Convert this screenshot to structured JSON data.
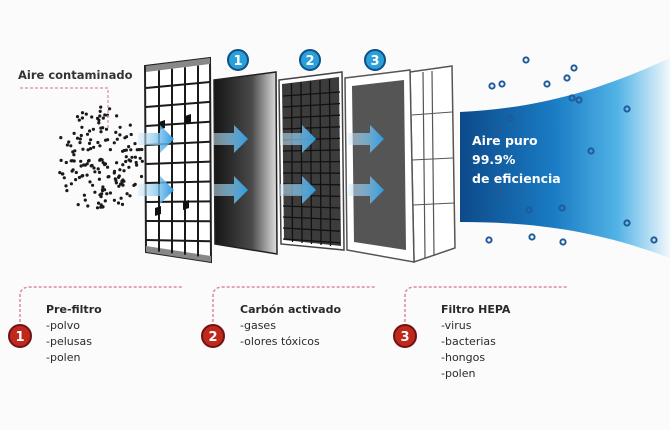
{
  "title_label": "Aire contaminado",
  "clean_air": {
    "line1": "Aire puro",
    "line2": "99.9%",
    "line3": "de eficiencia",
    "gradient_start": "#0d4a8a",
    "gradient_end": "#e9f4fb"
  },
  "top_badges": [
    {
      "number": "1",
      "color": "#2a9fd8"
    },
    {
      "number": "2",
      "color": "#2a9fd8"
    },
    {
      "number": "3",
      "color": "#2a9fd8"
    }
  ],
  "filters": [
    {
      "number": "1",
      "title": "Pre-filtro",
      "items": [
        "-polvo",
        "-pelusas",
        "-polen"
      ]
    },
    {
      "number": "2",
      "title": "Carbón activado",
      "items": [
        "-gases",
        "-olores tóxicos"
      ]
    },
    {
      "number": "3",
      "title": "Filtro HEPA",
      "items": [
        "-virus",
        "-bacterias",
        "-hongos",
        "-polen"
      ]
    }
  ],
  "colors": {
    "callout_red": "#c0281e",
    "dashed_pink": "#d98aa0",
    "arrow_blue": "#3aa6e2",
    "particle_dot": "#1f5a9a"
  }
}
